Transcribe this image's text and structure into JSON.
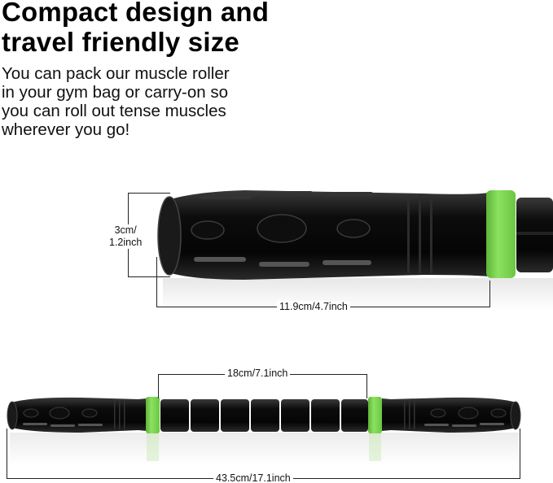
{
  "headline": {
    "line1": "Compact design and",
    "line2": "travel friendly size"
  },
  "description": {
    "line1": "You can pack our muscle roller",
    "line2": "in your gym bag or carry-on so",
    "line3": "you can roll out tense muscles",
    "line4": "wherever you go!"
  },
  "dimensions": {
    "handle_diameter_line1": "3cm/",
    "handle_diameter_line2": "1.2inch",
    "handle_length": "11.9cm/4.7inch",
    "roller_length": "18cm/7.1inch",
    "total_length": "43.5cm/17.1inch"
  },
  "colors": {
    "accent_green": "#7ed957",
    "handle_black": "#111111",
    "text": "#000000"
  }
}
